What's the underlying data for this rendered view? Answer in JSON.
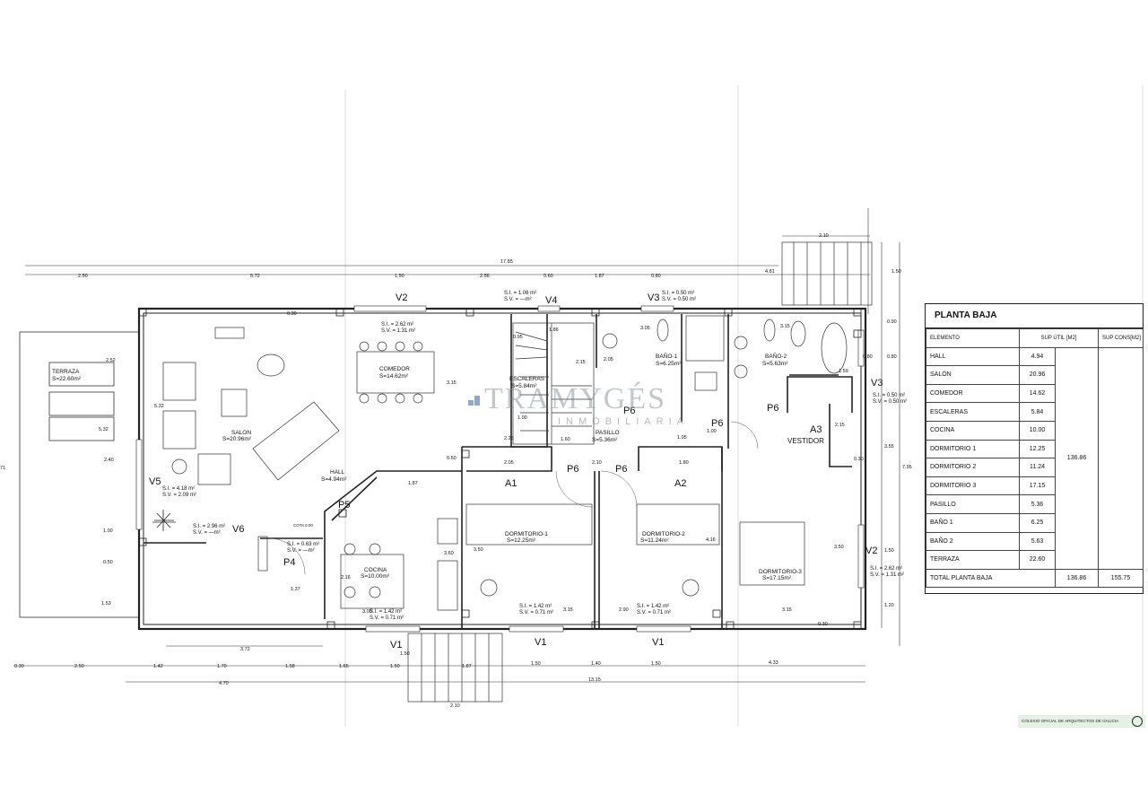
{
  "rooms": {
    "terraza": {
      "name": "TERRAZA",
      "area": "S=22.60m²"
    },
    "salon": {
      "name": "SALON",
      "area": "S=20.96m²"
    },
    "comedor": {
      "name": "COMEDOR",
      "area": "S=14.62m²"
    },
    "escaleras": {
      "name": "ESCALERAS",
      "area": "S=5.84m²"
    },
    "bano1": {
      "name": "BAÑO-1",
      "area": "S=6.25m²"
    },
    "bano2": {
      "name": "BAÑO-2",
      "area": "S=5.63m²"
    },
    "pasillo": {
      "name": "PASILLO",
      "area": "S=5.36m²"
    },
    "vestidor": {
      "name": "VESTIDOR"
    },
    "hall": {
      "name": "HALL",
      "area": "S=4.94m²"
    },
    "cocina": {
      "name": "COCINA",
      "area": "S=10.00m²"
    },
    "dormitorio1": {
      "name": "DORMITORIO-1",
      "area": "S=12.25m²"
    },
    "dormitorio2": {
      "name": "DORMITORIO-2",
      "area": "S=11.24m²"
    },
    "dormitorio3": {
      "name": "DORMITORIO-3",
      "area": "S=17.15m²"
    }
  },
  "openings": {
    "v1a": "V1",
    "v1b": "V1",
    "v1c": "V1",
    "v2a": "V2",
    "v2b": "V2",
    "v3a": "V3",
    "v3b": "V3",
    "v4": "V4",
    "v5": "V5",
    "v6": "V6",
    "p4": "P4",
    "p5": "P5",
    "p6a": "P6",
    "p6b": "P6",
    "p6c": "P6",
    "p6d": "P6",
    "p6e": "P6",
    "a1": "A1",
    "a2": "A2",
    "a3": "A3"
  },
  "window_specs": {
    "v4": [
      "S.I. = 1.06 m²",
      "S.V. = —m²"
    ],
    "v3": [
      "S.I. = 0.50 m²",
      "S.V. = 0.50 m²"
    ],
    "v2": [
      "S.I. = 2.62 m²",
      "S.V. = 1.31 m²"
    ],
    "v5": [
      "S.I. = 4.18 m²",
      "S.V. = 2.09 m²"
    ],
    "v6": [
      "S.I. = 2.96 m²",
      "S.V. = —m²"
    ],
    "p4": [
      "S.I. = 0.63 m²",
      "S.V. = —m²"
    ],
    "cocina": [
      "S.I. = 1.42 m²",
      "S.V. = 0.71 m²"
    ],
    "dorm1": [
      "S.I. = 1.42 m²",
      "S.V. = 0.71 m²"
    ],
    "dorm2": [
      "S.I. = 1.42 m²",
      "S.V. = 0.71 m²"
    ],
    "v3b": [
      "S.I. = 0.50 m²",
      "S.V. = 0.50 m²"
    ],
    "v2b": [
      "S.I. = 2.62 m²",
      "S.V. = 1.31 m²"
    ],
    "cota": "COTA 0.00"
  },
  "dimensions": {
    "top_total": "17.85",
    "top": [
      "2.50",
      "5.72",
      "1.50",
      "2.56",
      "0.60",
      "1.87",
      "0.80",
      "4.81"
    ],
    "top_right": "2.10",
    "right_a": [
      "1.50",
      "0.90",
      "0.80",
      "3.55",
      "1.50",
      "1.20"
    ],
    "right_b": "7.95",
    "bottom1": [
      "0.30",
      "2.50",
      "1.42",
      "1.70",
      "1.58",
      "1.65",
      "1.50",
      "1.87",
      "1.50",
      "1.40",
      "1.50",
      "4.33"
    ],
    "bottom2": [
      "4.70",
      "13.15"
    ],
    "bottom_steps": "2.10",
    "bottom_mid": "3.72",
    "left_edge": "71",
    "interior": [
      "0.30",
      "2.52",
      "5.32",
      "5.32",
      "2.40",
      "1.00",
      "0.50",
      "1.53",
      "1.37",
      "3.15",
      "0.50",
      "1.87",
      "3.60",
      "2.16",
      "3.00",
      "0.95",
      "1.86",
      "2.15",
      "2.05",
      "3.05",
      "3.15",
      "1.59",
      "0.80",
      "0.30",
      "2.15",
      "3.50",
      "3.15",
      "0.30",
      "1.00",
      "2.25",
      "1.60",
      "1.95",
      "2.05",
      "2.10",
      "1.80",
      "3.50",
      "4.16",
      "3.15",
      "2.90",
      "1.00",
      "1.50"
    ]
  },
  "schedule": {
    "title": "PLANTA BAJA",
    "headers": [
      "ELEMENTO",
      "SUP ÚTIL [M2]",
      "SUP CONS[M2]"
    ],
    "rows": [
      {
        "name": "HALL",
        "value": "4.94"
      },
      {
        "name": "SALÓN",
        "value": "20.96"
      },
      {
        "name": "COMEDOR",
        "value": "14.62"
      },
      {
        "name": "ESCALERAS",
        "value": "5.84"
      },
      {
        "name": "COCINA",
        "value": "10.00"
      },
      {
        "name": "DORMITORIO 1",
        "value": "12.25"
      },
      {
        "name": "DORMITORIO 2",
        "value": "11.24"
      },
      {
        "name": "DORMITORIO 3",
        "value": "17.15"
      },
      {
        "name": "PASILLO",
        "value": "5.36"
      },
      {
        "name": "BAÑO 1",
        "value": "6.25"
      },
      {
        "name": "BAÑO 2",
        "value": "5.63"
      },
      {
        "name": "TERRAZA",
        "value": "22.60"
      }
    ],
    "subtotal": "136.86",
    "total_label": "TOTAL PLANTA BAJA",
    "total_util": "136.86",
    "total_cons": "155.75"
  },
  "stamp": "COLEXIO OFICIAL DE ARQUITECTOS DE GALICIA",
  "watermark": {
    "brand": "TRAMYGÉS",
    "sub": "INMOBILIARIA"
  },
  "colors": {
    "line": "#222222",
    "paper": "#ffffff",
    "watermark": "#8a96a0"
  }
}
